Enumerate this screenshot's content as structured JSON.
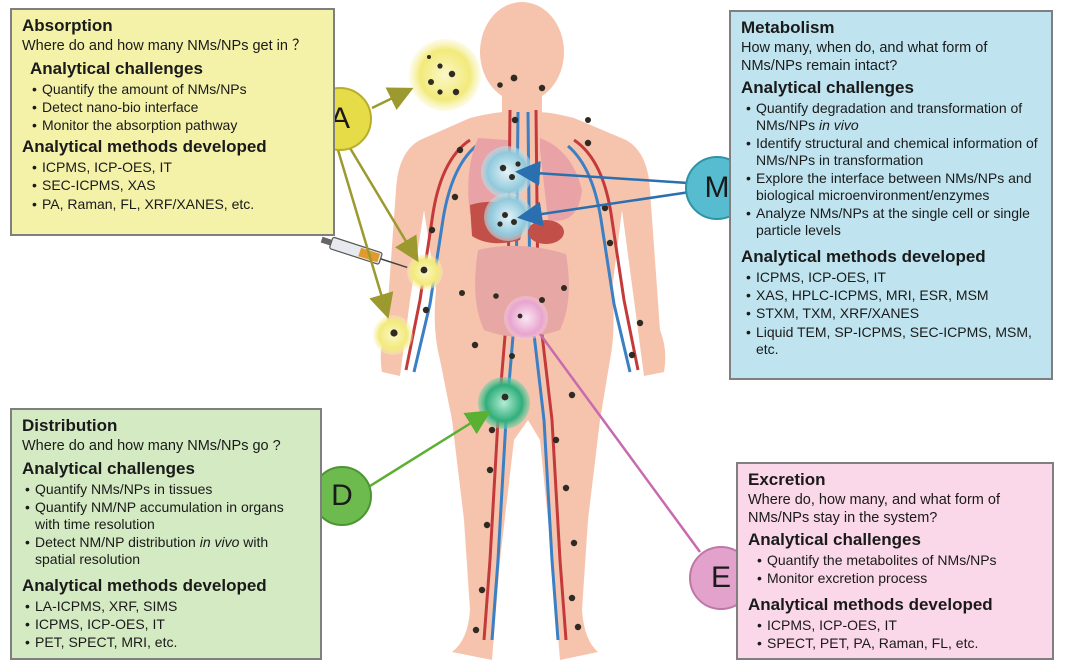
{
  "absorption": {
    "title": "Absorption",
    "question": "Where do and how many NMs/NPs get in ？",
    "challenges_heading": "Analytical challenges",
    "challenges": [
      "Quantify the amount of NMs/NPs",
      "Detect nano-bio interface",
      "Monitor the absorption pathway"
    ],
    "methods_heading": "Analytical methods developed",
    "methods": [
      "ICPMS, ICP-OES, IT",
      "SEC-ICPMS, XAS",
      "PA, Raman, FL, XRF/XANES, etc."
    ]
  },
  "metabolism": {
    "title": "Metabolism",
    "question": "How many, when do, and what form of NMs/NPs remain intact?",
    "challenges_heading": "Analytical challenges",
    "challenges": [
      {
        "text": "Quantify degradation and transformation of NMs/NPs ",
        "italic": "in vivo"
      },
      {
        "text": "Identify structural and chemical information of NMs/NPs in transformation"
      },
      {
        "text": "Explore the interface between NMs/NPs and biological microenvironment/enzymes"
      },
      {
        "text": "Analyze NMs/NPs at the single cell or single particle levels"
      }
    ],
    "methods_heading": "Analytical methods developed",
    "methods": [
      "ICPMS, ICP-OES, IT",
      "XAS, HPLC-ICPMS, MRI, ESR, MSM",
      "STXM, TXM, XRF/XANES",
      "Liquid TEM, SP-ICPMS, SEC-ICPMS, MSM, etc."
    ]
  },
  "distribution": {
    "title": "Distribution",
    "question": "Where do and how many NMs/NPs go ?",
    "challenges_heading": "Analytical challenges",
    "challenges": [
      {
        "text": "Quantify NMs/NPs in tissues"
      },
      {
        "text": "Quantify NM/NP accumulation in organs with time resolution"
      },
      {
        "text": "Detect NM/NP distribution ",
        "italic": "in vivo",
        "after": " with spatial resolution"
      }
    ],
    "methods_heading": "Analytical methods developed",
    "methods": [
      "LA-ICPMS, XRF, SIMS",
      "ICPMS, ICP-OES, IT",
      "PET, SPECT, MRI, etc."
    ]
  },
  "excretion": {
    "title": "Excretion",
    "question": "Where do, how many, and what form of NMs/NPs stay in the system?",
    "challenges_heading": "Analytical challenges",
    "challenges": [
      "Quantify the metabolites of NMs/NPs",
      "Monitor excretion process"
    ],
    "methods_heading": "Analytical methods developed",
    "methods": [
      "ICPMS, ICP-OES, IT",
      "SPECT, PET, PA, Raman, FL, etc."
    ]
  },
  "labels": {
    "a": "A",
    "m": "M",
    "d": "D",
    "e": "E"
  },
  "colors": {
    "absorption_bg": "#f4f1a9",
    "metabolism_bg": "#bfe4ef",
    "distribution_bg": "#d4eac3",
    "excretion_bg": "#fbd8e9",
    "arrow_absorption": "#9c9a2e",
    "arrow_metabolism": "#2a6fb0",
    "arrow_distribution": "#5ab031",
    "arrow_excretion": "#c86aae",
    "skin": "#f6c4ad"
  }
}
